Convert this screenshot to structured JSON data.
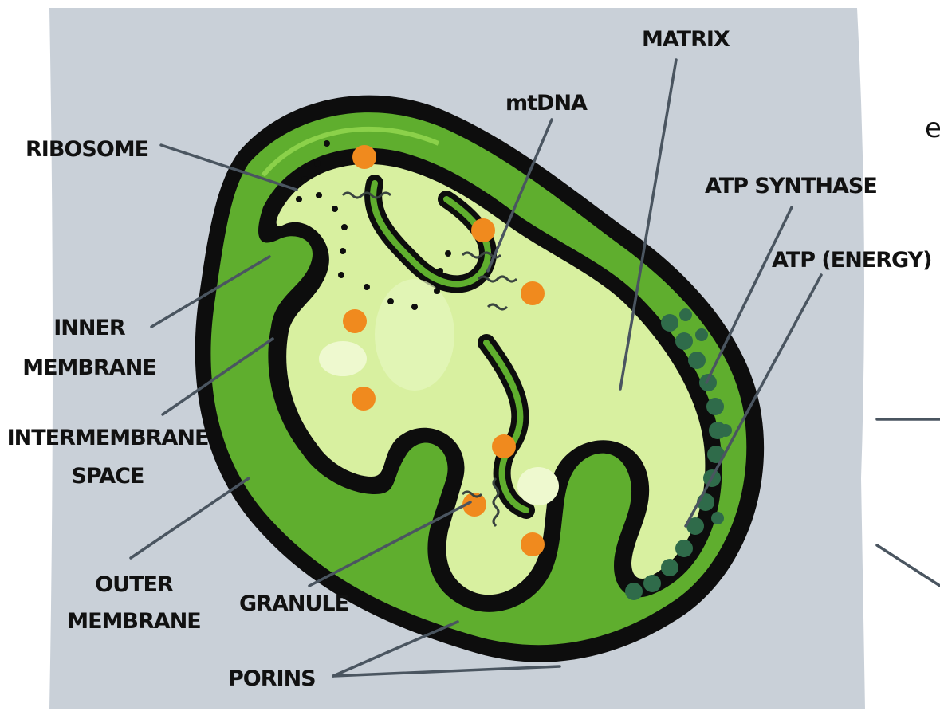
{
  "diagram": {
    "labels": {
      "matrix": "MATRIX",
      "mtdna": "mtDNA",
      "ribosome": "RIBOSOME",
      "atp_synthase": "ATP SYNTHASE",
      "atp_energy": "ATP (ENERGY)",
      "inner_membrane_1": "INNER",
      "inner_membrane_2": "MEMBRANE",
      "intermembrane_1": "INTERMEMBRANE",
      "intermembrane_2": "SPACE",
      "outer_membrane_1": "OUTER",
      "outer_membrane_2": "MEMBRANE",
      "granule": "GRANULE",
      "porins": "PORINS",
      "cropped_letter": "e"
    },
    "colors": {
      "panel_background": "#c9d0d8",
      "outer_membrane_fill": "#5fae2e",
      "membrane_outline": "#0d0d0d",
      "matrix_fill": "#d8f0a0",
      "matrix_highlight": "#eef9cf",
      "granule": "#f08a1e",
      "atp_synthase": "#2f6b4a",
      "leader_lines": "#4a5560"
    }
  }
}
